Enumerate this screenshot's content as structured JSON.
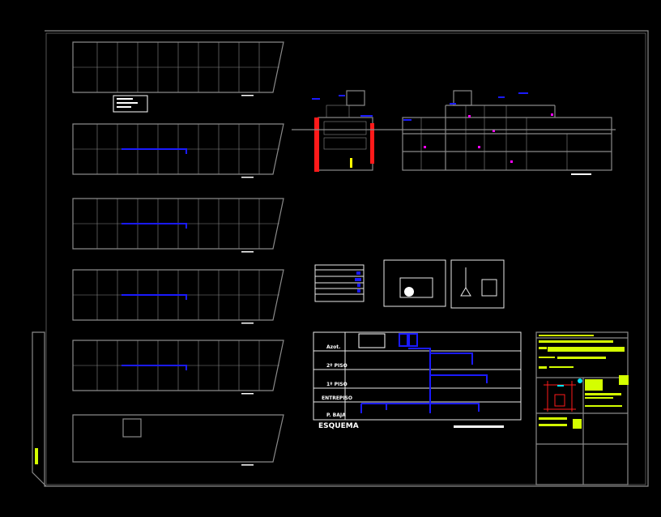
{
  "drawing": {
    "schematic": {
      "title": "ESQUEMA",
      "levels": [
        "Azot.",
        "2º PISO",
        "1º PISO",
        "ENTREPISO",
        "P. BAJA"
      ]
    },
    "colors": {
      "background": "#000000",
      "walls": "#8a8a8a",
      "water_lines": "#1a1aff",
      "fixtures": "#ff00ff",
      "fire": "#ff1a1a",
      "title_text": "#d4ff00",
      "cyan": "#00e5ff"
    }
  }
}
